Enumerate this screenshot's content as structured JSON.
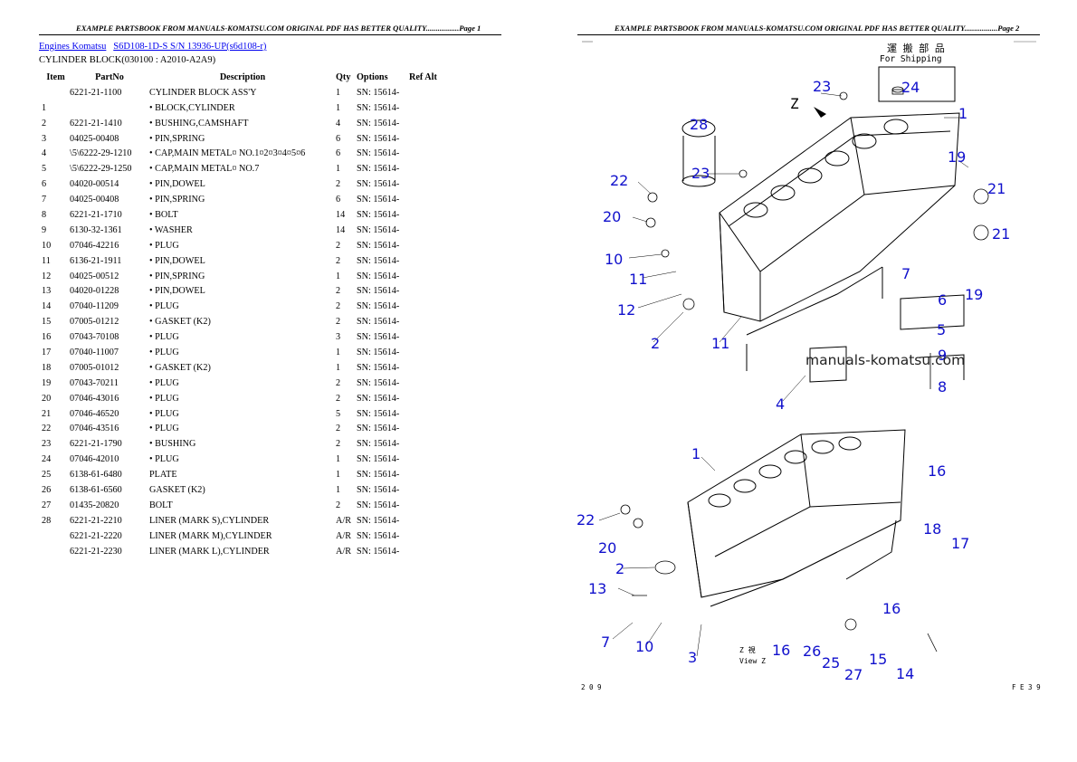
{
  "page1": {
    "header": "EXAMPLE PARTSBOOK FROM MANUALS-KOMATSU.COM ORIGINAL PDF HAS BETTER QUALITY.................Page 1",
    "breadcrumb": {
      "link1": "Engines Komatsu",
      "link2": "S6D108-1D-S S/N 13936-UP(s6d108-r)"
    },
    "subtitle": "CYLINDER BLOCK(030100 : A2010-A2A9)",
    "columns": {
      "item": "Item",
      "partno": "PartNo",
      "desc": "Description",
      "qty": "Qty",
      "options": "Options",
      "refalt": "Ref Alt"
    },
    "rows": [
      [
        "",
        "6221-21-1100",
        "CYLINDER BLOCK ASS'Y",
        "1",
        "SN: 15614-"
      ],
      [
        "1",
        "",
        "• BLOCK,CYLINDER",
        "1",
        "SN: 15614-"
      ],
      [
        "2",
        "6221-21-1410",
        "• BUSHING,CAMSHAFT",
        "4",
        "SN: 15614-"
      ],
      [
        "3",
        "04025-00408",
        "• PIN,SPRING",
        "6",
        "SN: 15614-"
      ],
      [
        "4",
        "\\5\\6222-29-1210",
        "• CAP,MAIN METAL¤ NO.1¤2¤3¤4¤5¤6",
        "6",
        "SN: 15614-"
      ],
      [
        "5",
        "\\5\\6222-29-1250",
        "• CAP,MAIN METAL¤ NO.7",
        "1",
        "SN: 15614-"
      ],
      [
        "6",
        "04020-00514",
        "• PIN,DOWEL",
        "2",
        "SN: 15614-"
      ],
      [
        "7",
        "04025-00408",
        "• PIN,SPRING",
        "6",
        "SN: 15614-"
      ],
      [
        "8",
        "6221-21-1710",
        "• BOLT",
        "14",
        "SN: 15614-"
      ],
      [
        "9",
        "6130-32-1361",
        "• WASHER",
        "14",
        "SN: 15614-"
      ],
      [
        "10",
        "07046-42216",
        "• PLUG",
        "2",
        "SN: 15614-"
      ],
      [
        "11",
        "6136-21-1911",
        "• PIN,DOWEL",
        "2",
        "SN: 15614-"
      ],
      [
        "12",
        "04025-00512",
        "• PIN,SPRING",
        "1",
        "SN: 15614-"
      ],
      [
        "13",
        "04020-01228",
        "• PIN,DOWEL",
        "2",
        "SN: 15614-"
      ],
      [
        "14",
        "07040-11209",
        "• PLUG",
        "2",
        "SN: 15614-"
      ],
      [
        "15",
        "07005-01212",
        "• GASKET (K2)",
        "2",
        "SN: 15614-"
      ],
      [
        "16",
        "07043-70108",
        "• PLUG",
        "3",
        "SN: 15614-"
      ],
      [
        "17",
        "07040-11007",
        "• PLUG",
        "1",
        "SN: 15614-"
      ],
      [
        "18",
        "07005-01012",
        "• GASKET (K2)",
        "1",
        "SN: 15614-"
      ],
      [
        "19",
        "07043-70211",
        "• PLUG",
        "2",
        "SN: 15614-"
      ],
      [
        "20",
        "07046-43016",
        "• PLUG",
        "2",
        "SN: 15614-"
      ],
      [
        "21",
        "07046-46520",
        "• PLUG",
        "5",
        "SN: 15614-"
      ],
      [
        "22",
        "07046-43516",
        "• PLUG",
        "2",
        "SN: 15614-"
      ],
      [
        "23",
        "6221-21-1790",
        "• BUSHING",
        "2",
        "SN: 15614-"
      ],
      [
        "24",
        "07046-42010",
        "• PLUG",
        "1",
        "SN: 15614-"
      ],
      [
        "25",
        "6138-61-6480",
        "PLATE",
        "1",
        "SN: 15614-"
      ],
      [
        "26",
        "6138-61-6560",
        "GASKET (K2)",
        "1",
        "SN: 15614-"
      ],
      [
        "27",
        "01435-20820",
        "BOLT",
        "2",
        "SN: 15614-"
      ],
      [
        "28",
        "6221-21-2210",
        "LINER (MARK S),CYLINDER",
        "A/R",
        "SN: 15614-"
      ],
      [
        "",
        "6221-21-2220",
        "LINER (MARK M),CYLINDER",
        "A/R",
        "SN: 15614-"
      ],
      [
        "",
        "6221-21-2230",
        "LINER (MARK L),CYLINDER",
        "A/R",
        "SN: 15614-"
      ]
    ]
  },
  "page2": {
    "header": "EXAMPLE PARTSBOOK FROM MANUALS-KOMATSU.COM ORIGINAL PDF HAS BETTER QUALITY.................Page 2",
    "watermark": "manuals-komatsu.com",
    "shipping_jp": "運 搬 部 品",
    "shipping_en": "For Shipping",
    "view_z": "Z",
    "view_label_a": "Z   視",
    "view_label_b": "View Z",
    "footer_left": "2 0 9",
    "footer_right": "F E 3 9"
  }
}
